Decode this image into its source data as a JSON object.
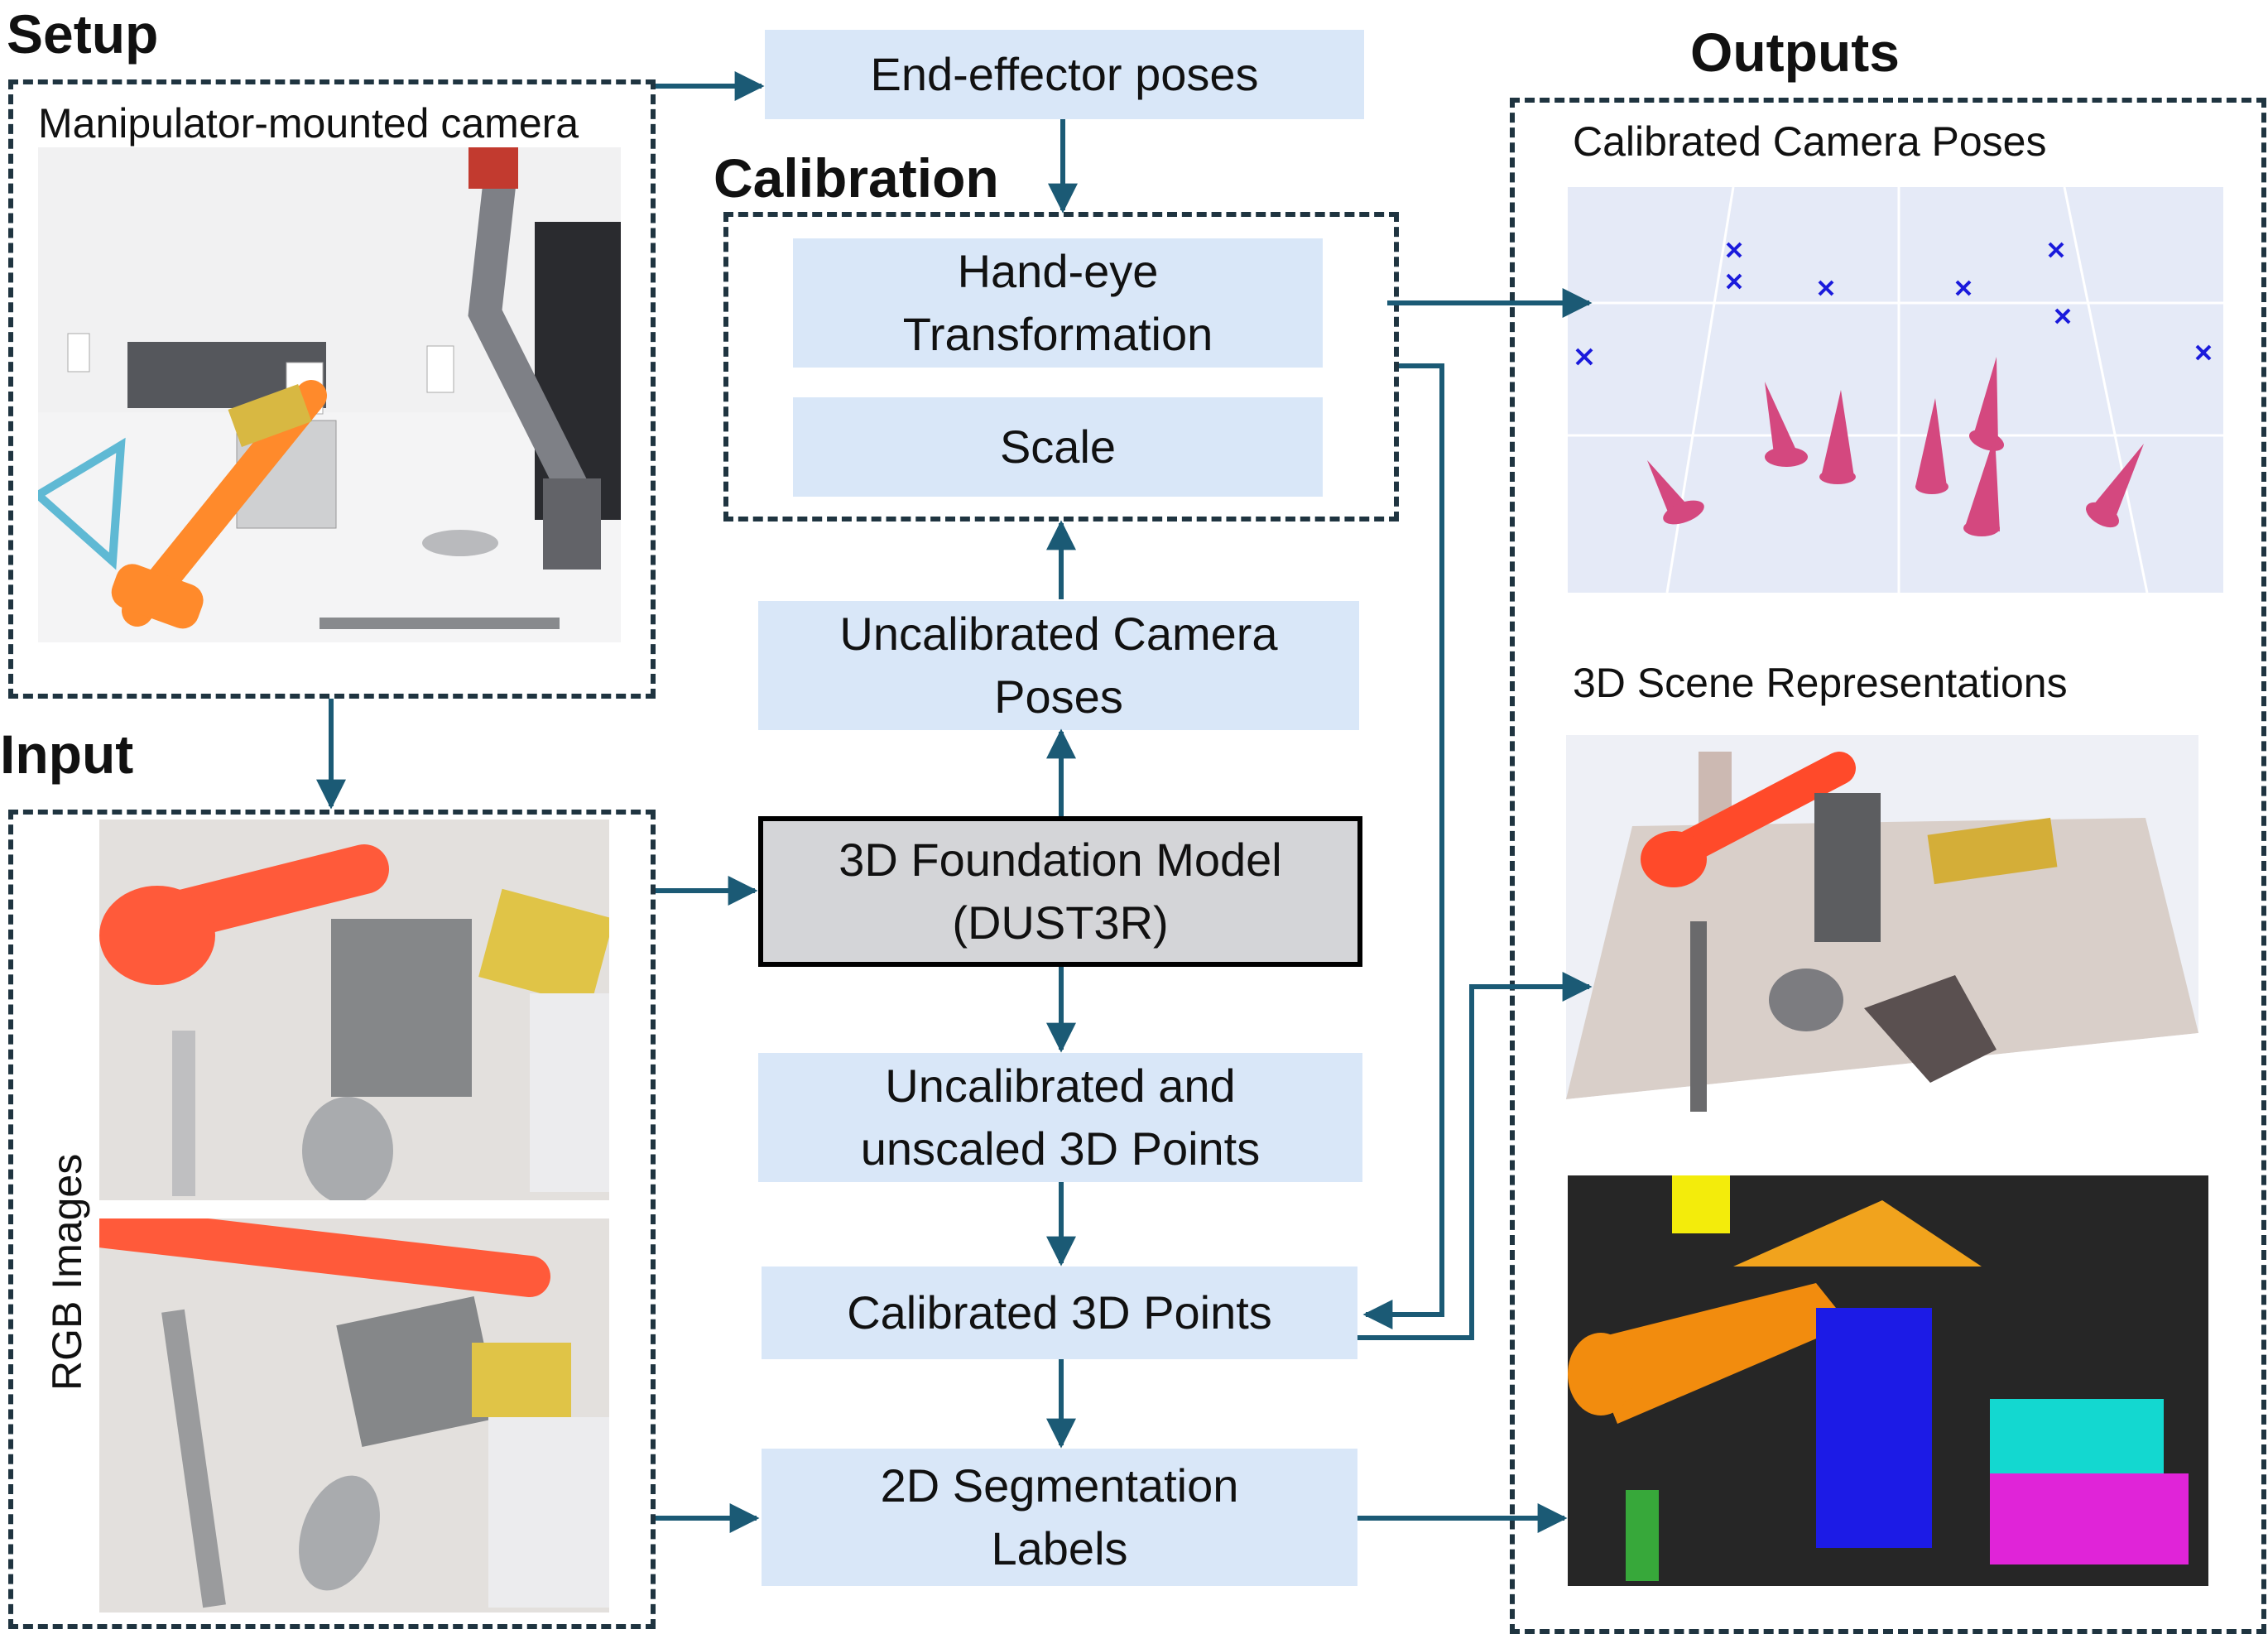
{
  "sections": {
    "setup": "Setup",
    "input": "Input",
    "calibration": "Calibration",
    "outputs": "Outputs"
  },
  "setup": {
    "caption": "Manipulator-mounted camera"
  },
  "input": {
    "caption": "RGB Images"
  },
  "pipeline": {
    "end_effector": "End-effector poses",
    "hand_eye_line1": "Hand-eye",
    "hand_eye_line2": "Transformation",
    "scale": "Scale",
    "uncal_poses_line1": "Uncalibrated Camera",
    "uncal_poses_line2": "Poses",
    "model_line1": "3D Foundation Model",
    "model_line2": "(DUST3R)",
    "uncal_points_line1": "Uncalibrated and",
    "uncal_points_line2": "unscaled 3D Points",
    "cal_points": "Calibrated 3D Points",
    "seg_line1": "2D Segmentation",
    "seg_line2": "Labels"
  },
  "outputs": {
    "poses_caption": "Calibrated Camera Poses",
    "scene_caption": "3D Scene Representations"
  },
  "colors": {
    "box_fill": "#d9e7f8",
    "model_fill": "#d4d5d8",
    "arrow": "#1b5a75",
    "dash": "#1f3440",
    "cone": "#d4487f",
    "marker": "#1a1adc"
  }
}
